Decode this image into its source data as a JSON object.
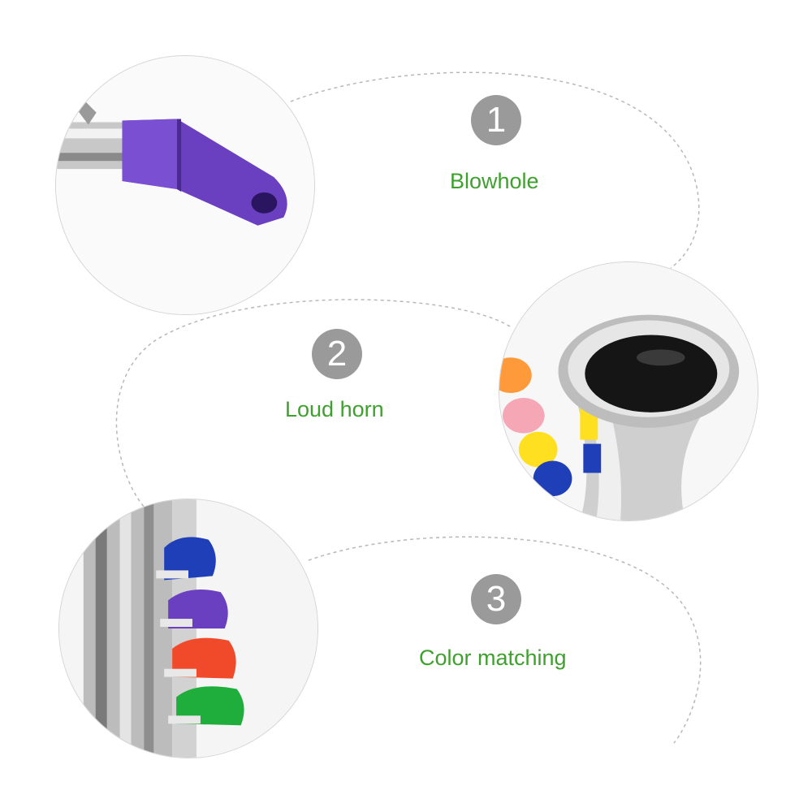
{
  "features": [
    {
      "number": "1",
      "label": "Blowhole",
      "photo": "purple-mouthpiece-closeup"
    },
    {
      "number": "2",
      "label": "Loud horn",
      "photo": "silver-bell-horn-closeup"
    },
    {
      "number": "3",
      "label": "Color matching",
      "photo": "colored-keys-closeup"
    }
  ],
  "colors": {
    "label_green": "#3ea12e",
    "badge_gray": "#9a9a9a",
    "dash_gray": "#b8b8b8",
    "purple": "#6a3fc0",
    "blue": "#1f3fb8",
    "red": "#f04a2a",
    "green": "#1fae3b",
    "yellow": "#ffe020",
    "pink": "#f6a7b6",
    "orange": "#ff9a3a"
  }
}
